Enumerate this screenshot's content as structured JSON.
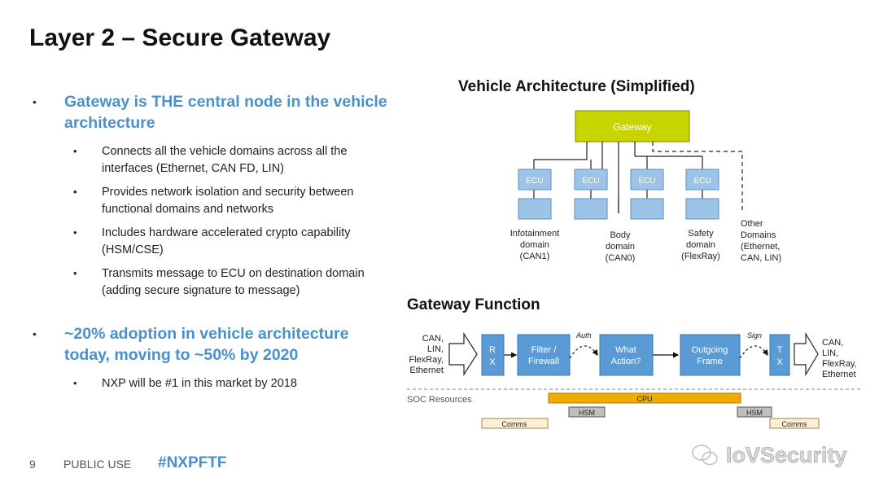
{
  "title": "Layer 2 – Secure Gateway",
  "bullets": [
    {
      "text": "Gateway is THE central node in the vehicle architecture",
      "subs": [
        "Connects all the vehicle domains across all the interfaces (Ethernet, CAN FD, LIN)",
        "Provides network isolation and security between functional domains and networks",
        "Includes hardware accelerated crypto capability (HSM/CSE)",
        "Transmits message to ECU on destination domain (adding secure signature to message)"
      ]
    },
    {
      "text": "~20% adoption in vehicle architecture today, moving to ~50% by 2020",
      "subs": [
        "NXP will be #1 in this market by 2018"
      ]
    }
  ],
  "footer": {
    "page": "9",
    "label": "PUBLIC USE",
    "hashtag": "#NXPFTF"
  },
  "arch": {
    "title": "Vehicle Architecture (Simplified)",
    "gateway": "Gateway",
    "ecu": "ECU",
    "domains": [
      [
        "Infotainment",
        "domain",
        "(CAN1)"
      ],
      [
        "Body",
        "domain",
        "(CAN0)"
      ],
      [
        "Safety",
        "domain",
        "(FlexRay)"
      ],
      [
        "Other",
        "Domains",
        "(Ethernet,",
        "CAN, LIN)"
      ]
    ]
  },
  "gwfunc": {
    "title": "Gateway Function",
    "input": [
      "CAN,",
      "LIN,",
      "FlexRay,",
      "Ethernet"
    ],
    "output": [
      "CAN,",
      "LIN,",
      "FlexRay,",
      "Ethernet"
    ],
    "rx": [
      "R",
      "X"
    ],
    "tx": [
      "T",
      "X"
    ],
    "filter": [
      "Filter /",
      "Firewall"
    ],
    "action": [
      "What",
      "Action?"
    ],
    "outgoing": [
      "Outgoing",
      "Frame"
    ],
    "auth": "Auth",
    "sign": "Sign",
    "soc": "SOC Resources",
    "cpu": "CPU",
    "hsm": "HSM",
    "comms": "Comms"
  },
  "watermark": "IoVSecurity",
  "colors": {
    "accent": "#4a90cc",
    "gateway": "#c8d400",
    "ecu": "#9dc3e6",
    "block": "#5b9bd5",
    "cpu": "#f0ad00",
    "hsm": "#bfbfbf",
    "comms": "#fdf0d5"
  }
}
